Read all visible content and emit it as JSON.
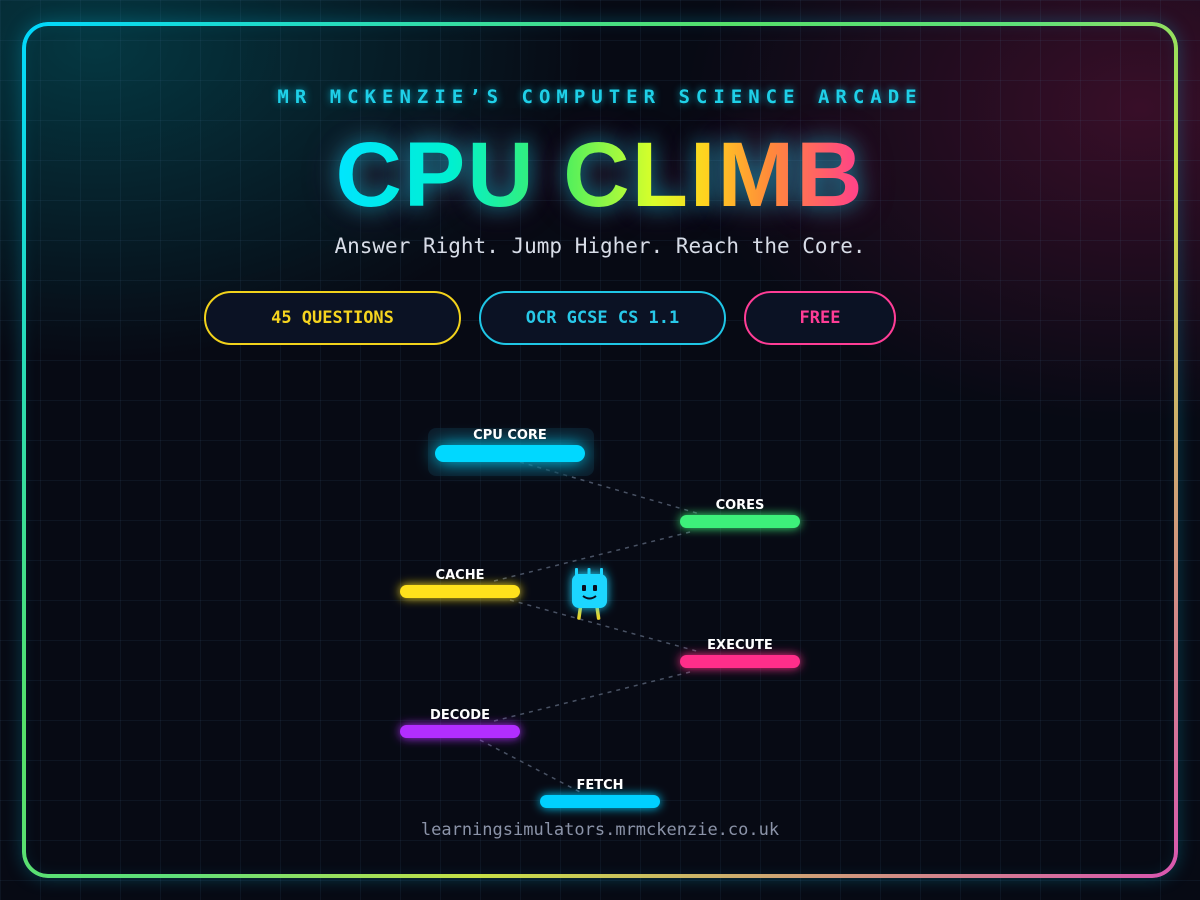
{
  "header": {
    "arcade_name": "MR MCKENZIE’S COMPUTER SCIENCE ARCADE",
    "title": "CPU CLIMB",
    "tagline": "Answer Right. Jump Higher. Reach the Core."
  },
  "badges": {
    "questions": "45 QUESTIONS",
    "spec": "OCR GCSE CS 1.1",
    "price": "FREE"
  },
  "platforms": [
    {
      "label": "CPU CORE",
      "color": "#00d8ff"
    },
    {
      "label": "CORES",
      "color": "#3df07a"
    },
    {
      "label": "CACHE",
      "color": "#ffe11a"
    },
    {
      "label": "EXECUTE",
      "color": "#ff2e8a"
    },
    {
      "label": "DECODE",
      "color": "#b22eff"
    },
    {
      "label": "FETCH",
      "color": "#00d0ff"
    }
  ],
  "character": {
    "icon": "cpu-chip-robot-icon",
    "body_color": "#1ed6ff",
    "leg_color": "#e8d52a"
  },
  "footer": {
    "url": "learningsimulators.mrmckenzie.co.uk"
  }
}
